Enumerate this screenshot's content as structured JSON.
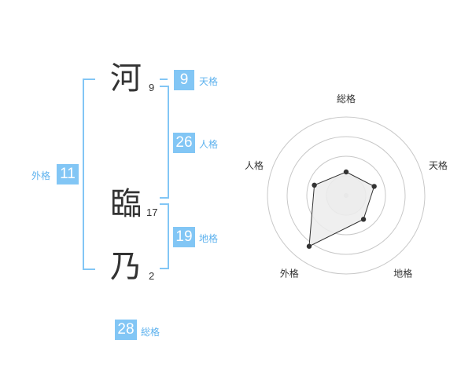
{
  "name": {
    "chars": [
      {
        "kanji": "河",
        "strokes": "9"
      },
      {
        "kanji": "臨",
        "strokes": "17"
      },
      {
        "kanji": "乃",
        "strokes": "2"
      }
    ]
  },
  "kaku": {
    "tenkaku": {
      "label": "天格",
      "value": "9"
    },
    "jinkaku": {
      "label": "人格",
      "value": "26"
    },
    "chikaku": {
      "label": "地格",
      "value": "19"
    },
    "gaikaku": {
      "label": "外格",
      "value": "11"
    },
    "soukaku": {
      "label": "総格",
      "value": "28"
    }
  },
  "colors": {
    "accent": "#82c6f5",
    "accent_text": "#5eb2ee",
    "text": "#333333",
    "grid": "#c8c8c8",
    "fill": "#ececec"
  },
  "chart_data": {
    "type": "radar",
    "axes": [
      "総格",
      "天格",
      "地格",
      "外格",
      "人格"
    ],
    "values": [
      1.2,
      1.5,
      1.5,
      3.2,
      1.7
    ],
    "rmax": 4,
    "rings": 4,
    "grid": true
  }
}
